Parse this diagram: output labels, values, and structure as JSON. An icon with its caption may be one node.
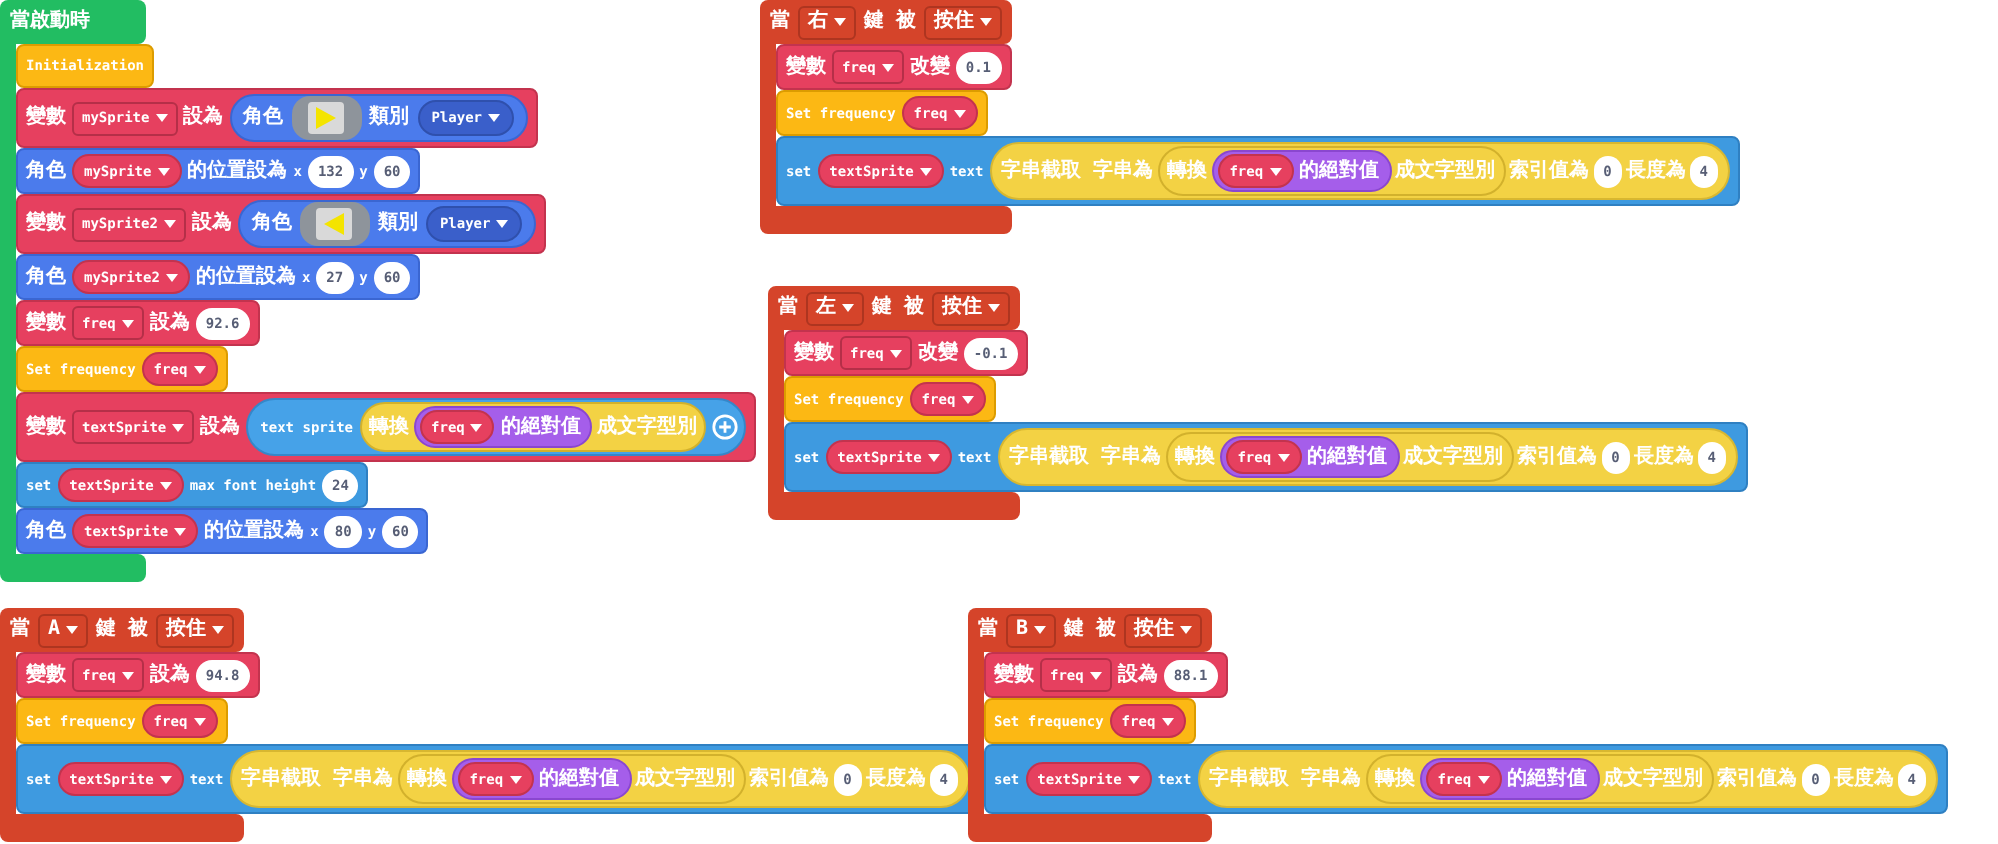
{
  "diagram": {
    "nodes": [
      {
        "text": [
          "當啟動時"
        ]
      },
      {
        "text": [
          "Initialization"
        ]
      },
      {
        "text": [
          "變數",
          "設為"
        ]
      },
      {
        "text": [
          "mySprite"
        ],
        "in": 2
      },
      {
        "text": [
          "角色",
          "類別"
        ],
        "in": 2
      },
      {
        "text": [],
        "shape": "picture",
        "in": 4
      },
      {
        "text": [
          "Player"
        ],
        "in": 4
      },
      {
        "text": [
          "角色",
          "的位置設為",
          "x",
          "y"
        ]
      },
      {
        "text": [
          "mySprite"
        ],
        "in": 7
      },
      {
        "text": [
          "132"
        ],
        "in": 7
      },
      {
        "text": [
          "60"
        ],
        "in": 7
      },
      {
        "text": [
          "變數",
          "設為"
        ]
      },
      {
        "text": [
          "mySprite2"
        ],
        "in": 11
      },
      {
        "text": [
          "角色",
          "類別"
        ],
        "in": 11
      },
      {
        "text": [],
        "shape": "picture",
        "in": 13
      },
      {
        "text": [
          "Player"
        ],
        "in": 13
      },
      {
        "text": [
          "角色",
          "的位置設為",
          "x",
          "y"
        ]
      },
      {
        "text": [
          "mySprite2"
        ],
        "in": 16
      },
      {
        "text": [
          "27"
        ],
        "in": 16
      },
      {
        "text": [
          "60"
        ],
        "in": 16
      },
      {
        "text": [
          "變數",
          "設為"
        ]
      },
      {
        "text": [
          "freq"
        ],
        "in": 20
      },
      {
        "text": [
          "92.6"
        ],
        "in": 20
      },
      {
        "text": [
          "Set frequency"
        ]
      },
      {
        "text": [
          "freq"
        ],
        "in": 23
      },
      {
        "text": [
          "變數",
          "設為"
        ]
      },
      {
        "text": [
          "textSprite"
        ],
        "in": 25
      },
      {
        "text": [
          "text sprite"
        ],
        "in": 25
      },
      {
        "text": [
          "轉換",
          "成文字型別"
        ],
        "in": 27
      },
      {
        "text": [
          "的絕對值"
        ],
        "in": 28
      },
      {
        "text": [
          "freq"
        ],
        "in": 29
      },
      {
        "text": [
          "set",
          "max font height"
        ]
      },
      {
        "text": [
          "textSprite"
        ],
        "in": 31
      },
      {
        "text": [
          "24"
        ],
        "in": 31
      },
      {
        "text": [
          "角色",
          "的位置設為",
          "x",
          "y"
        ]
      },
      {
        "text": [
          "textSprite"
        ],
        "in": 34
      },
      {
        "text": [
          "80"
        ],
        "in": 34
      },
      {
        "text": [
          "60"
        ],
        "in": 34
      },
      {
        "text": [],
        "shape": "bar"
      },
      {
        "text": [
          "當",
          "鍵 被"
        ]
      },
      {
        "text": [
          "右"
        ],
        "in": 39
      },
      {
        "text": [
          "按住"
        ],
        "in": 39
      },
      {
        "text": [
          "變數",
          "改變"
        ]
      },
      {
        "text": [
          "freq"
        ],
        "in": 42
      },
      {
        "text": [
          "0.1"
        ],
        "in": 42
      },
      {
        "text": [
          "Set frequency"
        ]
      },
      {
        "text": [
          "freq"
        ],
        "in": 45
      },
      {
        "text": [
          "set",
          "text"
        ]
      },
      {
        "text": [
          "textSprite"
        ],
        "in": 47
      },
      {
        "text": [
          "字串截取 字串為",
          "索引值為",
          "長度為"
        ],
        "in": 47
      },
      {
        "text": [
          "轉換",
          "成文字型別"
        ],
        "in": 49
      },
      {
        "text": [
          "的絕對值"
        ],
        "in": 50
      },
      {
        "text": [
          "freq"
        ],
        "in": 51
      },
      {
        "text": [
          "0"
        ],
        "in": 49
      },
      {
        "text": [
          "4"
        ],
        "in": 49
      },
      {
        "text": [],
        "shape": "bar"
      },
      {
        "text": [
          "當",
          "鍵 被"
        ]
      },
      {
        "text": [
          "左"
        ],
        "in": 56
      },
      {
        "text": [
          "按住"
        ],
        "in": 56
      },
      {
        "text": [
          "變數",
          "改變"
        ]
      },
      {
        "text": [
          "freq"
        ],
        "in": 59
      },
      {
        "text": [
          "-0.1"
        ],
        "in": 59
      },
      {
        "text": [
          "Set frequency"
        ]
      },
      {
        "text": [
          "freq"
        ],
        "in": 62
      },
      {
        "text": [
          "set",
          "text"
        ]
      },
      {
        "text": [
          "textSprite"
        ],
        "in": 64
      },
      {
        "text": [
          "字串截取 字串為",
          "索引值為",
          "長度為"
        ],
        "in": 64
      },
      {
        "text": [
          "轉換",
          "成文字型別"
        ],
        "in": 66
      },
      {
        "text": [
          "的絕對值"
        ],
        "in": 67
      },
      {
        "text": [
          "freq"
        ],
        "in": 68
      },
      {
        "text": [
          "0"
        ],
        "in": 66
      },
      {
        "text": [
          "4"
        ],
        "in": 66
      },
      {
        "text": [],
        "shape": "bar"
      },
      {
        "text": [
          "當",
          "鍵 被"
        ]
      },
      {
        "text": [
          "A"
        ],
        "in": 73
      },
      {
        "text": [
          "按住"
        ],
        "in": 73
      },
      {
        "text": [
          "變數",
          "設為"
        ]
      },
      {
        "text": [
          "freq"
        ],
        "in": 76
      },
      {
        "text": [
          "94.8"
        ],
        "in": 76
      },
      {
        "text": [
          "Set frequency"
        ]
      },
      {
        "text": [
          "freq"
        ],
        "in": 79
      },
      {
        "text": [
          "set",
          "text"
        ]
      },
      {
        "text": [
          "textSprite"
        ],
        "in": 81
      },
      {
        "text": [
          "字串截取 字串為",
          "索引值為",
          "長度為"
        ],
        "in": 81
      },
      {
        "text": [
          "轉換",
          "成文字型別"
        ],
        "in": 83
      },
      {
        "text": [
          "的絕對值"
        ],
        "in": 84
      },
      {
        "text": [
          "freq"
        ],
        "in": 85
      },
      {
        "text": [
          "0"
        ],
        "in": 83
      },
      {
        "text": [
          "4"
        ],
        "in": 83
      },
      {
        "text": [],
        "shape": "bar"
      },
      {
        "text": [
          "當",
          "鍵 被"
        ]
      },
      {
        "text": [
          "B"
        ],
        "in": 90
      },
      {
        "text": [
          "按住"
        ],
        "in": 90
      },
      {
        "text": [
          "變數",
          "設為"
        ]
      },
      {
        "text": [
          "freq"
        ],
        "in": 93
      },
      {
        "text": [
          "88.1"
        ],
        "in": 93
      },
      {
        "text": [
          "Set frequency"
        ]
      },
      {
        "text": [
          "freq"
        ],
        "in": 96
      },
      {
        "text": [
          "set",
          "text"
        ]
      },
      {
        "text": [
          "textSprite"
        ],
        "in": 98
      },
      {
        "text": [
          "字串截取 字串為",
          "索引值為",
          "長度為"
        ],
        "in": 98
      },
      {
        "text": [
          "轉換",
          "成文字型別"
        ],
        "in": 100
      },
      {
        "text": [
          "的絕對值"
        ],
        "in": 101
      },
      {
        "text": [
          "freq"
        ],
        "in": 102
      },
      {
        "text": [
          "0"
        ],
        "in": 100
      },
      {
        "text": [
          "4"
        ],
        "in": 100
      },
      {
        "text": [],
        "shape": "bar"
      }
    ]
  }
}
